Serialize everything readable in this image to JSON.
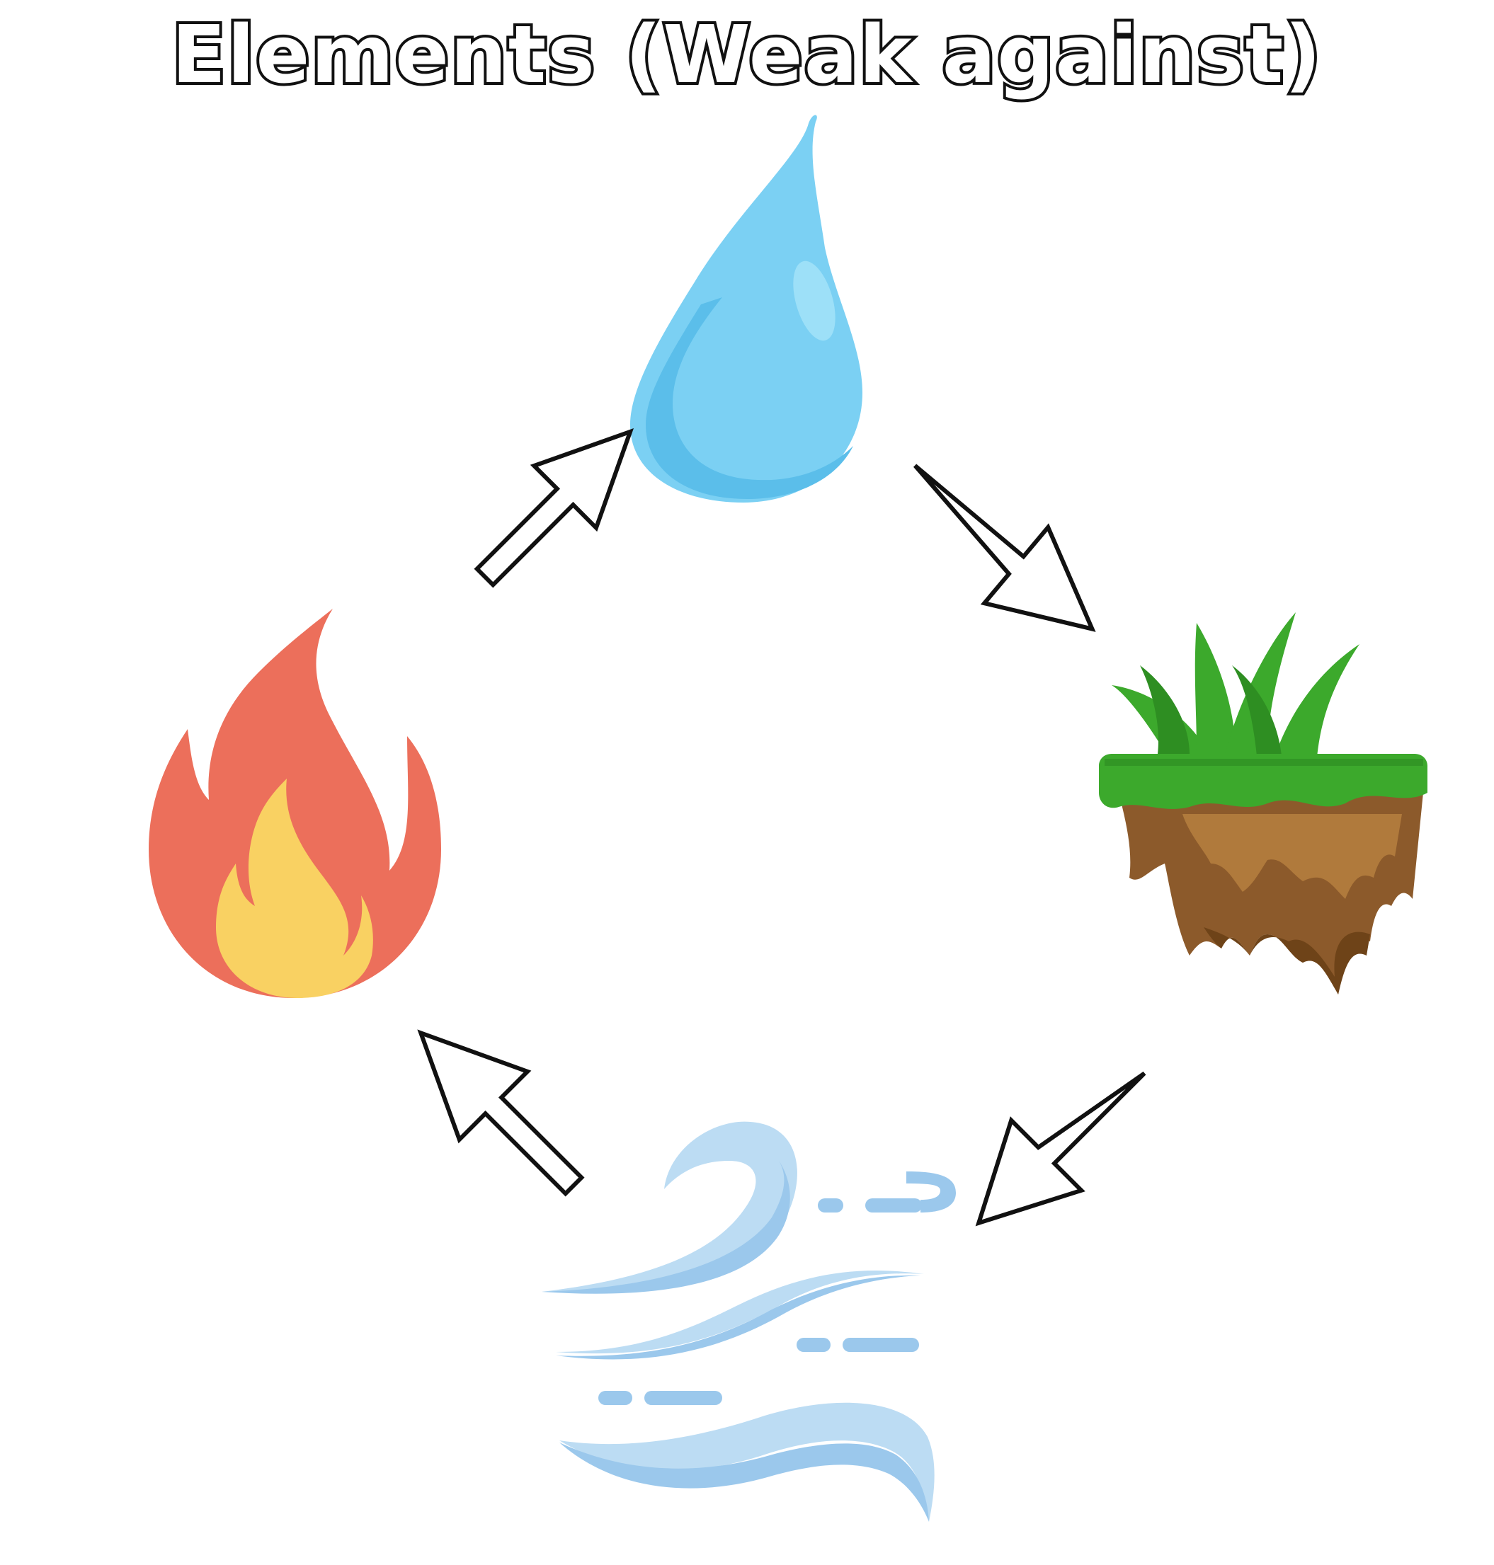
{
  "title": "Elements (Weak against)",
  "elements": [
    {
      "id": "water",
      "icon": "water-drop-icon",
      "colors": {
        "main": "#7BD0F3",
        "shade": "#5BBEEA",
        "highlight": "#9DE0F8"
      }
    },
    {
      "id": "earth",
      "icon": "floating-grass-island-icon",
      "colors": {
        "grass": "#3CA92C",
        "grass_dark": "#2E8E22",
        "dirt": "#8C5A2B",
        "dirt_light": "#B07A3C",
        "dirt_dark": "#6E4318"
      }
    },
    {
      "id": "wind",
      "icon": "wind-gust-icon",
      "colors": {
        "main": "#9BC8EC",
        "light": "#BCDCF3"
      }
    },
    {
      "id": "fire",
      "icon": "flame-icon",
      "colors": {
        "outer": "#EC6F5B",
        "inner": "#F9D162"
      }
    }
  ],
  "cycle": [
    {
      "from": "fire",
      "to": "water"
    },
    {
      "from": "water",
      "to": "earth"
    },
    {
      "from": "earth",
      "to": "wind"
    },
    {
      "from": "wind",
      "to": "fire"
    }
  ]
}
